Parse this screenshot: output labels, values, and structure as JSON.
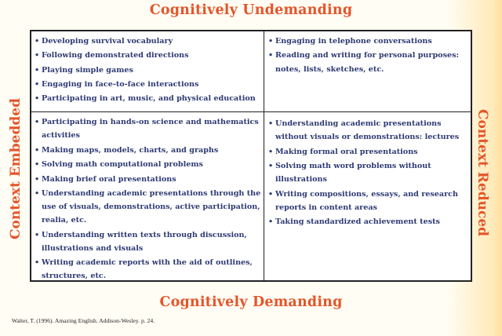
{
  "titles": {
    "top": "Cognitively Undemanding",
    "bottom": "Cognitively Demanding",
    "left": "Context Embedded",
    "right": "Context Reduced"
  },
  "quadrants": {
    "top_left": {
      "items": [
        "Developing survival vocabulary",
        "Following demonstrated directions",
        "Playing simple games",
        "Engaging in face-to-face interactions",
        "Participating in art, music, and physical education"
      ]
    },
    "top_right": {
      "items": [
        "Engaging in telephone conversations",
        "Reading and writing for personal purposes: notes, lists, sketches, etc."
      ]
    },
    "bottom_left": {
      "items": [
        "Participating in hands-on science and mathematics activities",
        "Making maps, models, charts, and graphs",
        "Solving math computational problems",
        "Making brief oral presentations",
        "Understanding academic presentations through the use of visuals, demonstrations, active participation, realia, etc.",
        "Understanding written texts through discussion, illustrations and visuals",
        "Writing academic reports with the aid of outlines, structures, etc."
      ]
    },
    "bottom_right": {
      "items": [
        "Understanding academic presentations without visuals or demonstrations: lectures",
        "Making formal oral presentations",
        "Solving math word problems without illustrations",
        "Writing compositions, essays, and research reports in content areas",
        "Taking standardized achievement tests"
      ]
    }
  },
  "citation": "Walter, T. (1996). Amazing English.  Addison-Wesley. p. 24.",
  "colors": {
    "title": "#e45529",
    "item_text": "#2e3a73",
    "background": "#fffdf4"
  }
}
